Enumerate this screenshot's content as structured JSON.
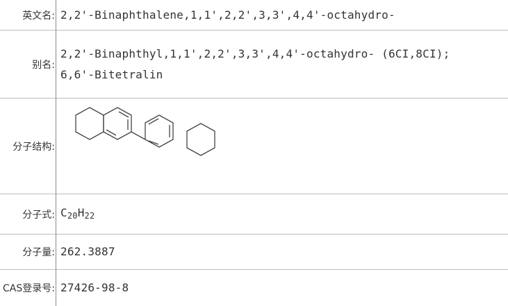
{
  "rows": {
    "english_name": {
      "label": "英文名:",
      "value": "2,2'-Binaphthalene,1,1',2,2',3,3',4,4'-octahydro-"
    },
    "aliases": {
      "label": "别名:",
      "values": [
        "2,2'-Binaphthyl,1,1',2,2',3,3',4,4'-octahydro- (6CI,8CI);",
        "6,6'-Bitetralin"
      ]
    },
    "structure": {
      "label": "分子结构:",
      "icon": "molecule-structure-icon"
    },
    "formula": {
      "label": "分子式:",
      "parts": {
        "c": "C",
        "c_count": "20",
        "h": "H",
        "h_count": "22"
      }
    },
    "weight": {
      "label": "分子量:",
      "value": "262.3887"
    },
    "cas": {
      "label": "CAS登录号:",
      "value": "27426-98-8"
    }
  }
}
